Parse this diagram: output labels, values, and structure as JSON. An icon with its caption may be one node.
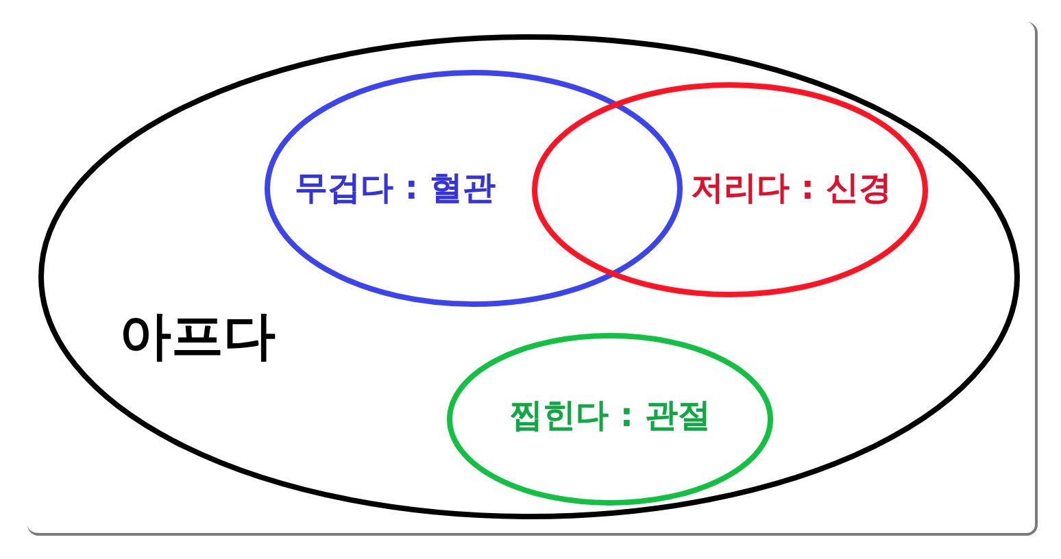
{
  "diagram": {
    "nodes": [
      {
        "text": [
          "아프다"
        ]
      },
      {
        "text": [
          "무겁다 : 혈관"
        ],
        "in": 0
      },
      {
        "text": [
          "저리다 : 신경"
        ],
        "in": 0
      },
      {
        "text": [
          "찝힌다 : 관절"
        ],
        "in": 0
      }
    ]
  }
}
